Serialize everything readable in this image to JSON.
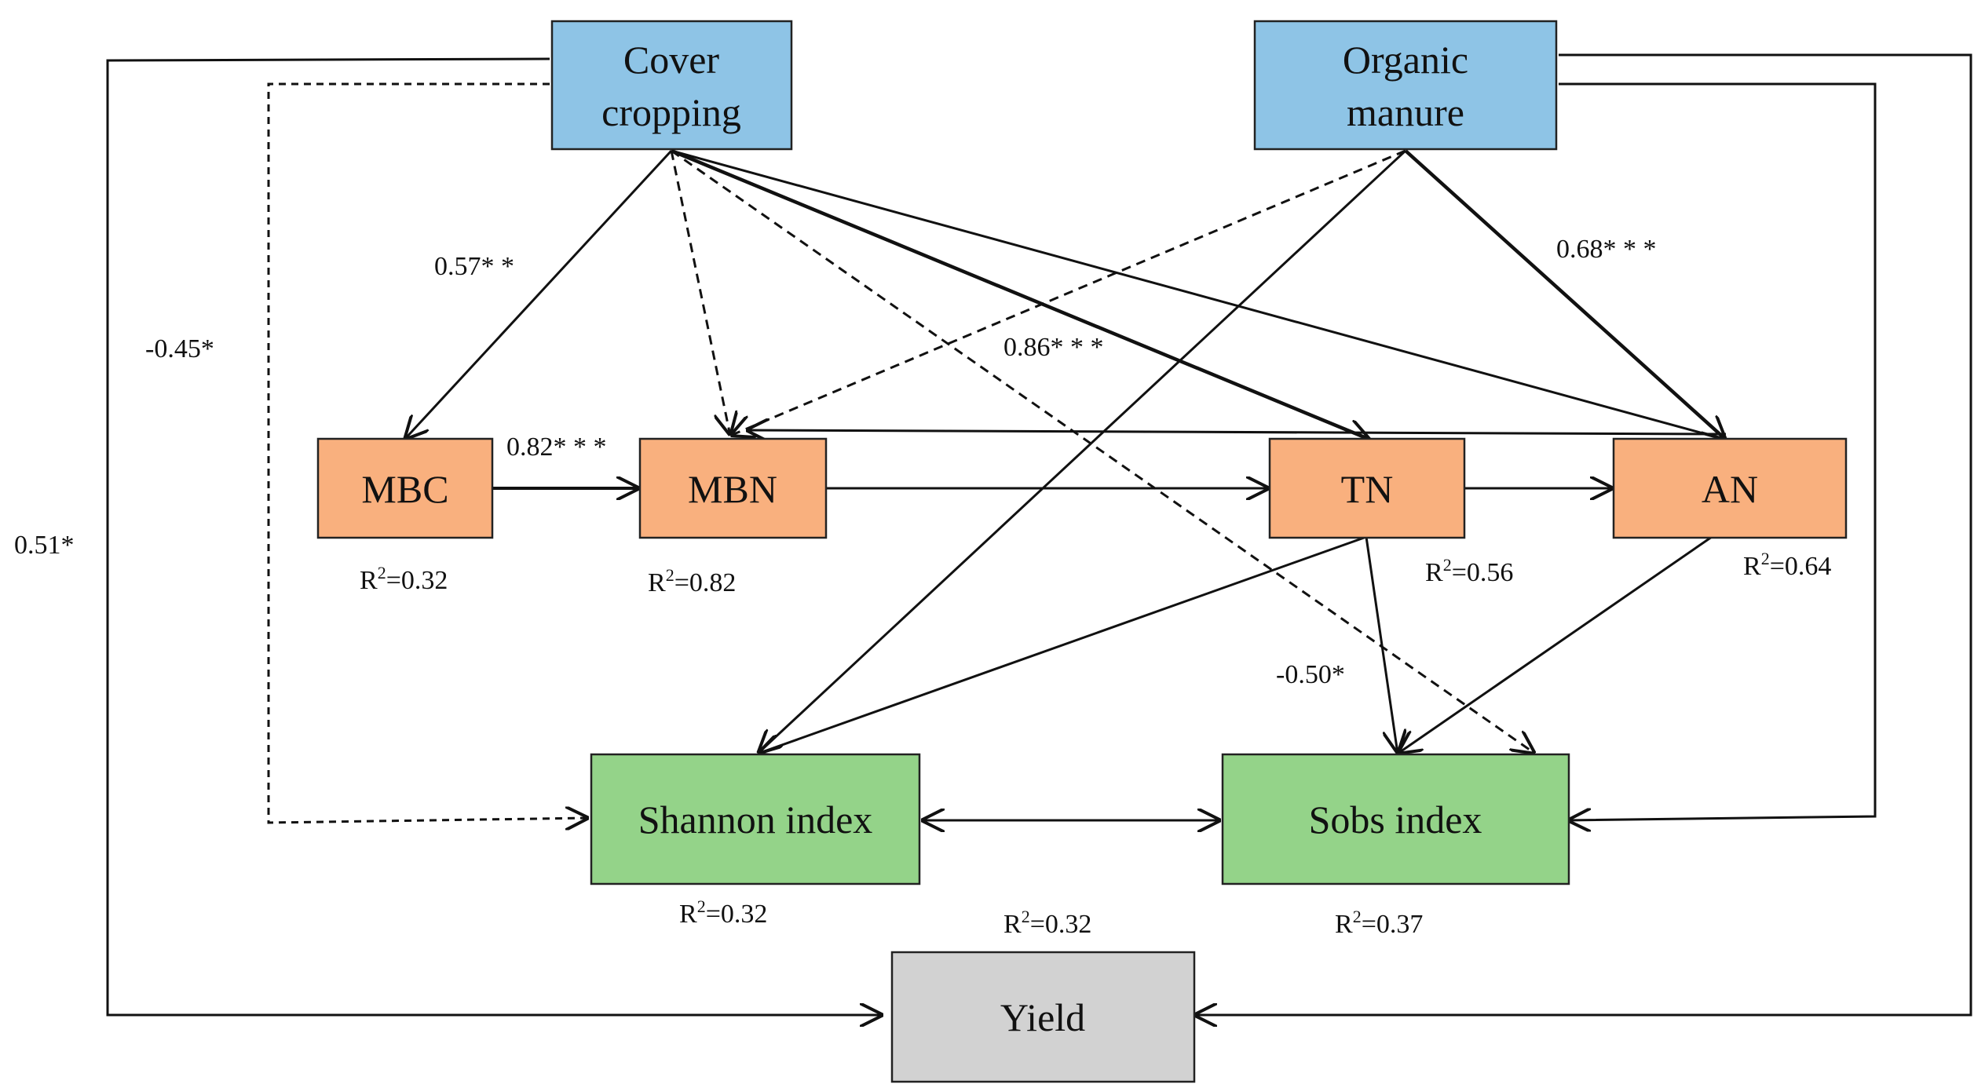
{
  "nodes": {
    "cover": {
      "lines": [
        "Cover",
        "cropping"
      ],
      "fill": "#8ec4e6"
    },
    "manure": {
      "lines": [
        "Organic",
        "manure"
      ],
      "fill": "#8ec4e6"
    },
    "mbc": {
      "lines": [
        "MBC"
      ],
      "fill": "#f9b07e"
    },
    "mbn": {
      "lines": [
        "MBN"
      ],
      "fill": "#f9b07e"
    },
    "tn": {
      "lines": [
        "TN"
      ],
      "fill": "#f9b07e"
    },
    "an": {
      "lines": [
        "AN"
      ],
      "fill": "#f9b07e"
    },
    "shannon": {
      "lines": [
        "Shannon index"
      ],
      "fill": "#94d389"
    },
    "sobs": {
      "lines": [
        "Sobs index"
      ],
      "fill": "#94d389"
    },
    "yield": {
      "lines": [
        "Yield"
      ],
      "fill": "#d2d2d2"
    }
  },
  "r2_prefix": "R",
  "r2_sup": "2",
  "r2_values": {
    "mbc": "=0.32",
    "mbn": "=0.82",
    "tn": "=0.56",
    "an": "=0.64",
    "shannon": "=0.32",
    "yield": "=0.32",
    "sobs": "=0.37"
  },
  "coefficients": {
    "cover_mbc": "0.57* *",
    "cover_shannon": "-0.45*",
    "cover_yield": "0.51*",
    "mbc_mbn": "0.82* * *",
    "cover_tn": "0.86* * *",
    "manure_an": "0.68* * *",
    "tn_sobs": "-0.50*"
  }
}
